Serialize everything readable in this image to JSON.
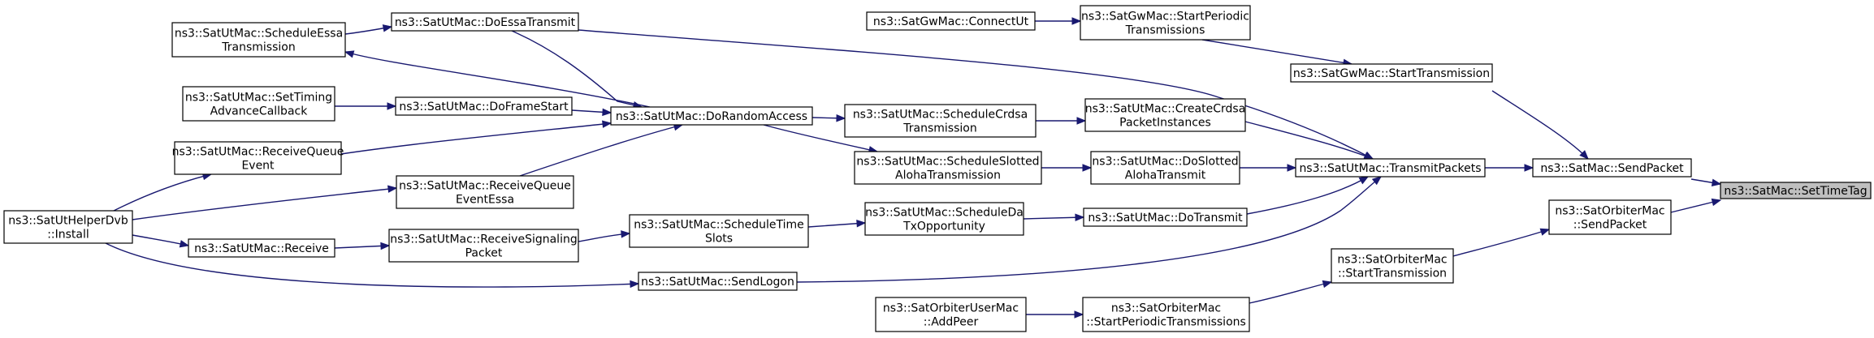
{
  "graph": {
    "edge_color": "#191970",
    "highlight_fill": "#bfbfbf",
    "nodes": [
      {
        "id": "setTimeTag",
        "lines": [
          "ns3::SatMac::SetTimeTag"
        ],
        "highlight": true
      },
      {
        "id": "satMacSendPacket",
        "lines": [
          "ns3::SatMac::SendPacket"
        ]
      },
      {
        "id": "orbiterSendPacket",
        "lines": [
          "ns3::SatOrbiterMac",
          "::SendPacket"
        ]
      },
      {
        "id": "gwStartTransmission",
        "lines": [
          "ns3::SatGwMac::StartTransmission"
        ]
      },
      {
        "id": "transmitPackets",
        "lines": [
          "ns3::SatUtMac::TransmitPackets"
        ]
      },
      {
        "id": "orbiterStartTransmission",
        "lines": [
          "ns3::SatOrbiterMac",
          "::StartTransmission"
        ]
      },
      {
        "id": "gwStartPeriodic",
        "lines": [
          "ns3::SatGwMac::StartPeriodic",
          "Transmissions"
        ]
      },
      {
        "id": "gwConnectUt",
        "lines": [
          "ns3::SatGwMac::ConnectUt"
        ]
      },
      {
        "id": "createCrdsa",
        "lines": [
          "ns3::SatUtMac::CreateCrdsa",
          "PacketInstances"
        ]
      },
      {
        "id": "doSlottedAloha",
        "lines": [
          "ns3::SatUtMac::DoSlotted",
          "AlohaTransmit"
        ]
      },
      {
        "id": "doTransmit",
        "lines": [
          "ns3::SatUtMac::DoTransmit"
        ]
      },
      {
        "id": "orbiterStartPeriodic",
        "lines": [
          "ns3::SatOrbiterMac",
          "::StartPeriodicTransmissions"
        ]
      },
      {
        "id": "orbiterAddPeer",
        "lines": [
          "ns3::SatOrbiterUserMac",
          "::AddPeer"
        ]
      },
      {
        "id": "scheduleCrdsa",
        "lines": [
          "ns3::SatUtMac::ScheduleCrdsa",
          "Transmission"
        ]
      },
      {
        "id": "scheduleSlotted",
        "lines": [
          "ns3::SatUtMac::ScheduleSlotted",
          "AlohaTransmission"
        ]
      },
      {
        "id": "scheduleDaTx",
        "lines": [
          "ns3::SatUtMac::ScheduleDa",
          "TxOpportunity"
        ]
      },
      {
        "id": "doRandomAccess",
        "lines": [
          "ns3::SatUtMac::DoRandomAccess"
        ]
      },
      {
        "id": "doEssaTransmit",
        "lines": [
          "ns3::SatUtMac::DoEssaTransmit"
        ]
      },
      {
        "id": "doFrameStart",
        "lines": [
          "ns3::SatUtMac::DoFrameStart"
        ]
      },
      {
        "id": "receiveQueueEventEssa",
        "lines": [
          "ns3::SatUtMac::ReceiveQueue",
          "EventEssa"
        ]
      },
      {
        "id": "scheduleTimeSlots",
        "lines": [
          "ns3::SatUtMac::ScheduleTime",
          "Slots"
        ]
      },
      {
        "id": "sendLogon",
        "lines": [
          "ns3::SatUtMac::SendLogon"
        ]
      },
      {
        "id": "receiveSignaling",
        "lines": [
          "ns3::SatUtMac::ReceiveSignaling",
          "Packet"
        ]
      },
      {
        "id": "scheduleEssa",
        "lines": [
          "ns3::SatUtMac::ScheduleEssa",
          "Transmission"
        ]
      },
      {
        "id": "setTimingAdvance",
        "lines": [
          "ns3::SatUtMac::SetTiming",
          "AdvanceCallback"
        ]
      },
      {
        "id": "receiveQueueEvent",
        "lines": [
          "ns3::SatUtMac::ReceiveQueue",
          "Event"
        ]
      },
      {
        "id": "receive",
        "lines": [
          "ns3::SatUtMac::Receive"
        ]
      },
      {
        "id": "helperInstall",
        "lines": [
          "ns3::SatUtHelperDvb",
          "::Install"
        ]
      }
    ],
    "edges": [
      {
        "from": "satMacSendPacket",
        "to": "setTimeTag"
      },
      {
        "from": "orbiterSendPacket",
        "to": "setTimeTag"
      },
      {
        "from": "gwStartTransmission",
        "to": "satMacSendPacket"
      },
      {
        "from": "transmitPackets",
        "to": "satMacSendPacket"
      },
      {
        "from": "orbiterStartTransmission",
        "to": "orbiterSendPacket"
      },
      {
        "from": "gwStartPeriodic",
        "to": "gwStartTransmission"
      },
      {
        "from": "gwConnectUt",
        "to": "gwStartPeriodic"
      },
      {
        "from": "createCrdsa",
        "to": "transmitPackets"
      },
      {
        "from": "doSlottedAloha",
        "to": "transmitPackets"
      },
      {
        "from": "doTransmit",
        "to": "transmitPackets"
      },
      {
        "from": "doEssaTransmit",
        "to": "transmitPackets"
      },
      {
        "from": "sendLogon",
        "to": "transmitPackets"
      },
      {
        "from": "orbiterStartPeriodic",
        "to": "orbiterStartTransmission"
      },
      {
        "from": "orbiterAddPeer",
        "to": "orbiterStartPeriodic"
      },
      {
        "from": "scheduleCrdsa",
        "to": "createCrdsa"
      },
      {
        "from": "scheduleSlotted",
        "to": "doSlottedAloha"
      },
      {
        "from": "scheduleDaTx",
        "to": "doTransmit"
      },
      {
        "from": "doRandomAccess",
        "to": "scheduleCrdsa"
      },
      {
        "from": "doRandomAccess",
        "to": "scheduleSlotted"
      },
      {
        "from": "scheduleTimeSlots",
        "to": "scheduleDaTx"
      },
      {
        "from": "doEssaTransmit",
        "to": "doRandomAccess"
      },
      {
        "from": "doFrameStart",
        "to": "doRandomAccess"
      },
      {
        "from": "receiveQueueEvent",
        "to": "doRandomAccess"
      },
      {
        "from": "receiveQueueEventEssa",
        "to": "doRandomAccess"
      },
      {
        "from": "scheduleEssa",
        "to": "doEssaTransmit"
      },
      {
        "from": "doRandomAccess",
        "to": "scheduleEssa"
      },
      {
        "from": "setTimingAdvance",
        "to": "doFrameStart"
      },
      {
        "from": "receiveSignaling",
        "to": "scheduleTimeSlots"
      },
      {
        "from": "receive",
        "to": "receiveSignaling"
      },
      {
        "from": "helperInstall",
        "to": "sendLogon"
      },
      {
        "from": "helperInstall",
        "to": "receiveQueueEvent"
      },
      {
        "from": "helperInstall",
        "to": "receiveQueueEventEssa"
      },
      {
        "from": "helperInstall",
        "to": "receive"
      }
    ]
  }
}
